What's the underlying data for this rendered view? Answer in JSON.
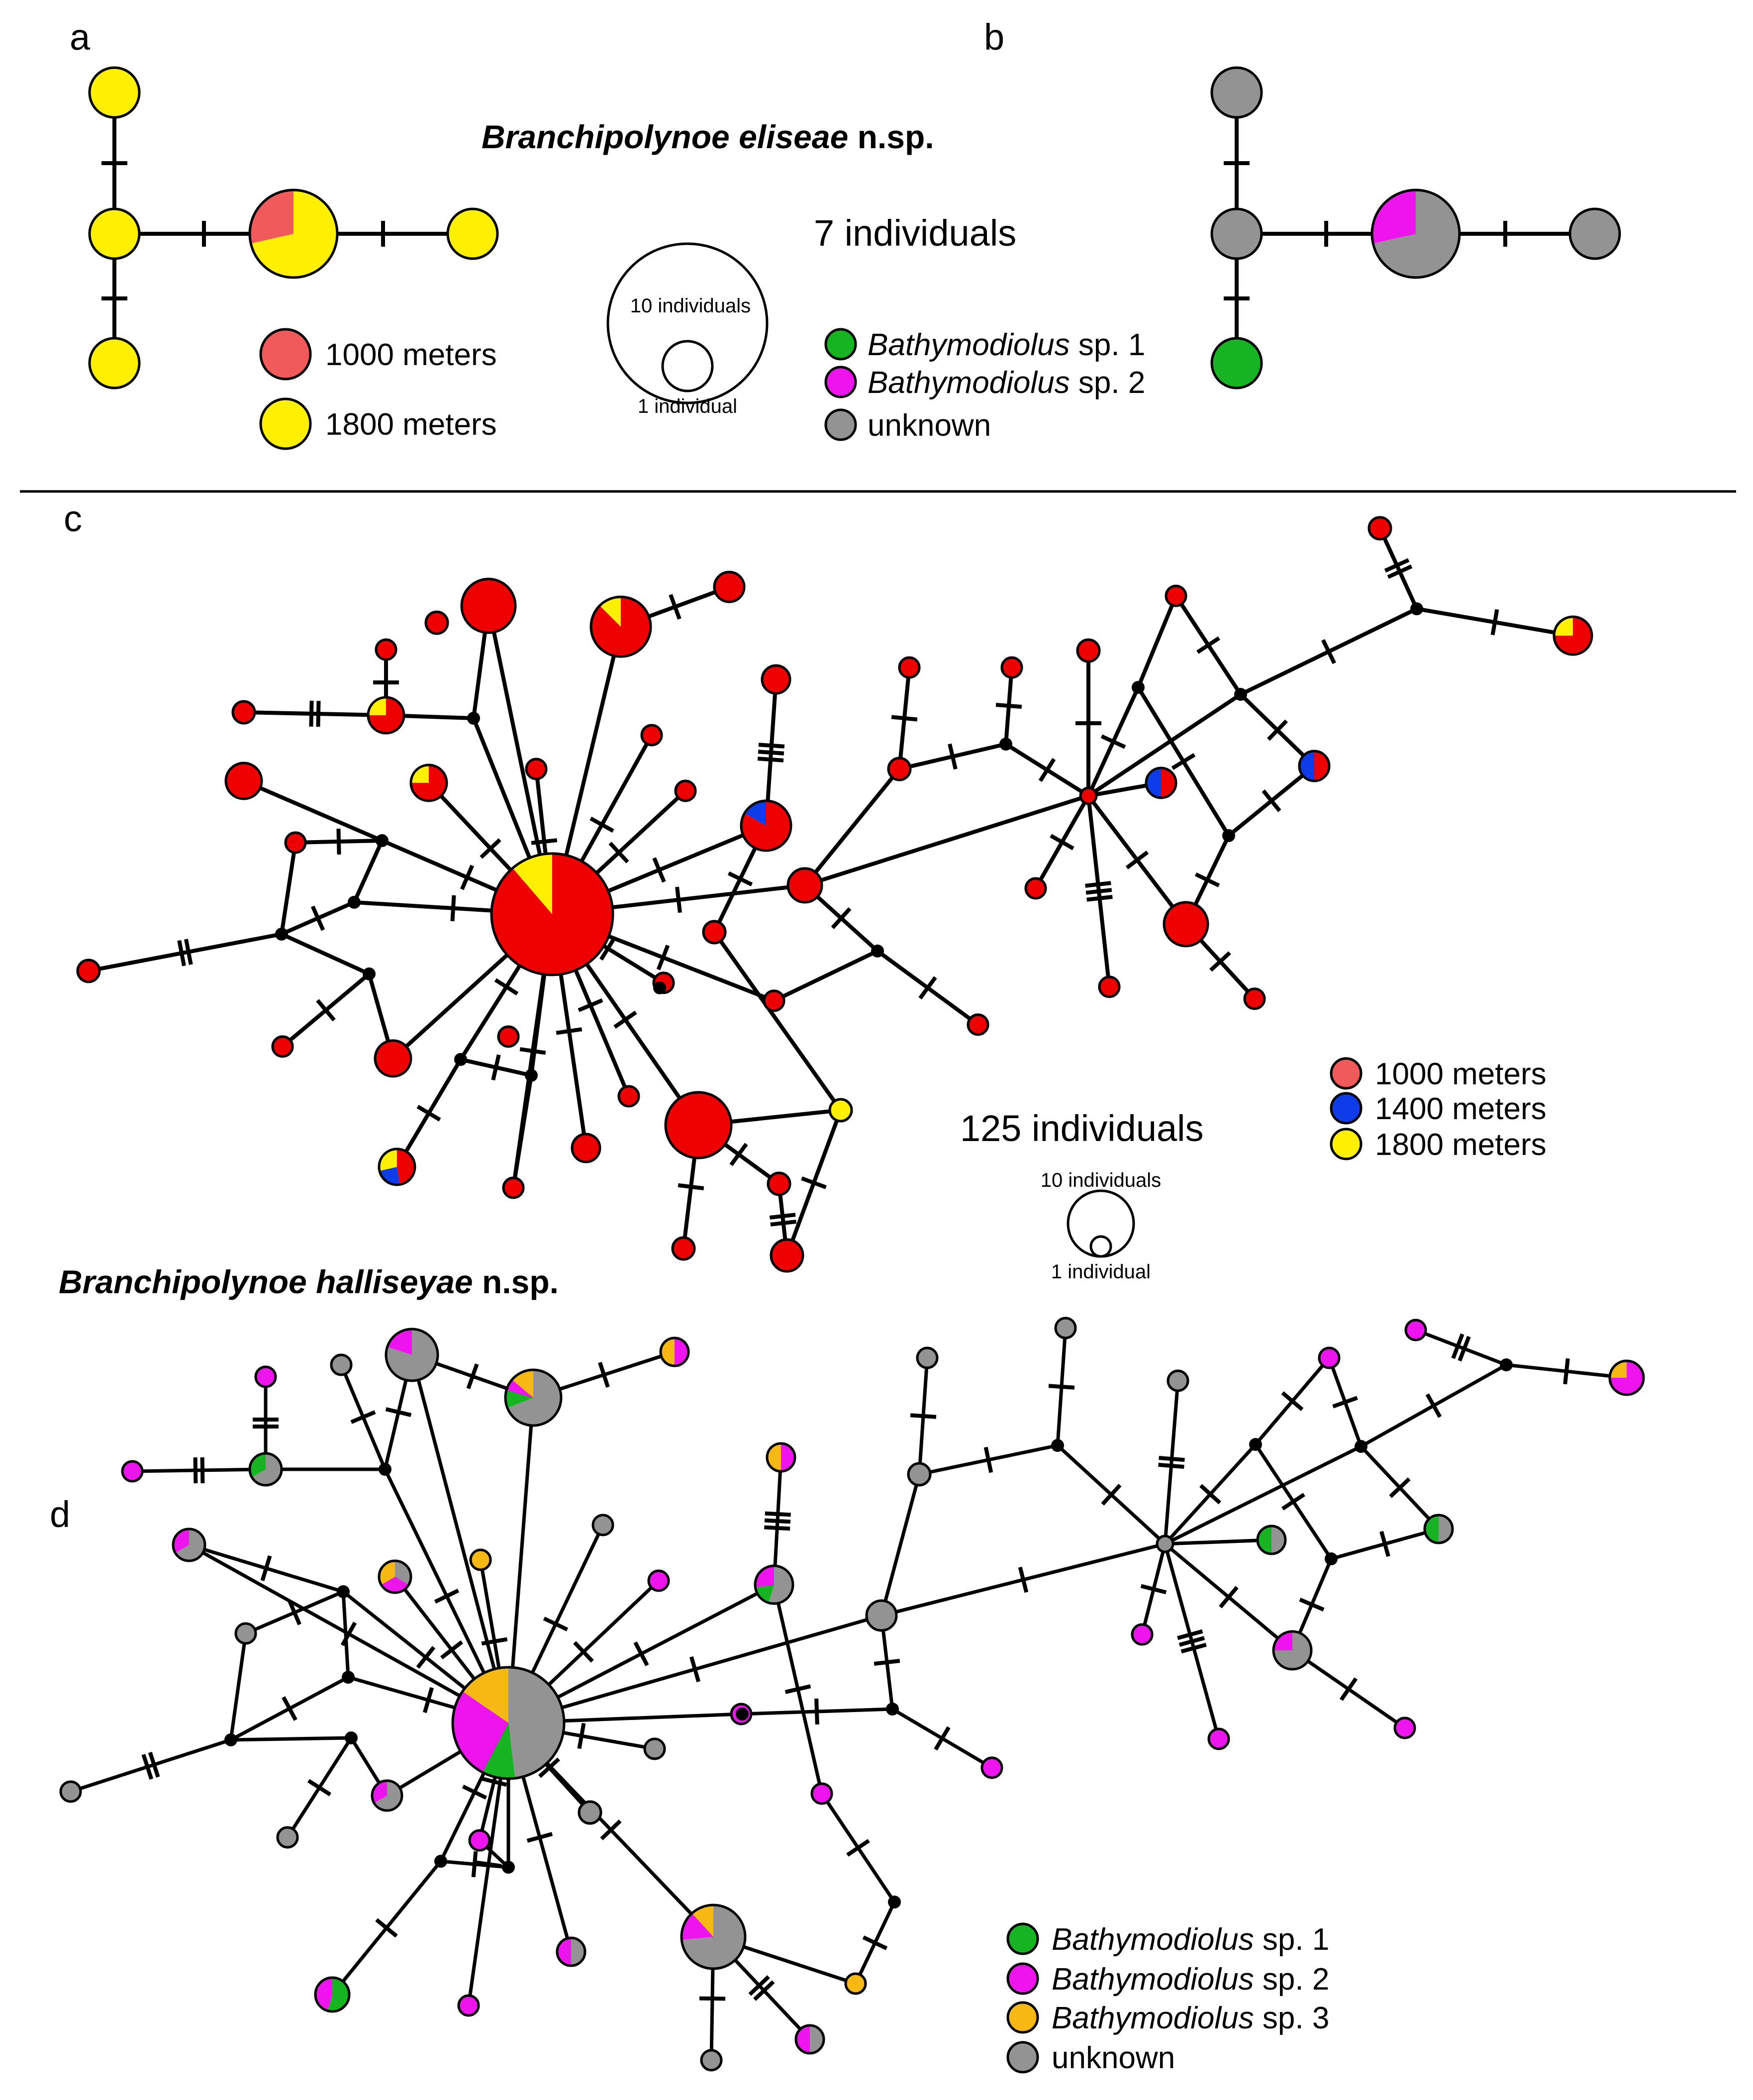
{
  "panels": {
    "a": "a",
    "b": "b",
    "c": "c",
    "d": "d"
  },
  "titles": {
    "eliseae_name": "Branchipolynoe eliseae",
    "eliseae_suffix": " n.sp.",
    "halliseyae_name": "Branchipolynoe halliseyae",
    "halliseyae_suffix": " n.sp."
  },
  "counts": {
    "eliseae": "7 individuals",
    "halliseyae": "125 individuals"
  },
  "scale": {
    "large": "10 individuals",
    "small": "1 individual"
  },
  "legend_depth_a": [
    {
      "label": "1000 meters",
      "color": "#f05a5a"
    },
    {
      "label": "1800 meters",
      "color": "#ffef00"
    }
  ],
  "legend_host_b": [
    {
      "genus": "Bathymodiolus",
      "suffix": " sp. 1",
      "color": "#16b422"
    },
    {
      "genus": "Bathymodiolus",
      "suffix": " sp. 2",
      "color": "#ee14ee"
    },
    {
      "genus": "",
      "suffix": "unknown",
      "color": "#939393"
    }
  ],
  "legend_depth_c": [
    {
      "label": "1000 meters",
      "color": "#f05a5a"
    },
    {
      "label": "1400 meters",
      "color": "#0d3ce8"
    },
    {
      "label": "1800 meters",
      "color": "#ffef00"
    }
  ],
  "legend_host_d": [
    {
      "genus": "Bathymodiolus",
      "suffix": " sp. 1",
      "color": "#16b422"
    },
    {
      "genus": "Bathymodiolus",
      "suffix": " sp. 2",
      "color": "#ee14ee"
    },
    {
      "genus": "Bathymodiolus",
      "suffix": " sp. 3",
      "color": "#f7b814"
    },
    {
      "genus": "",
      "suffix": "unknown",
      "color": "#939393"
    }
  ],
  "colors": {
    "red": "#ee0000",
    "light_red": "#f05a5a",
    "yellow": "#ffef00",
    "blue": "#0d3ce8",
    "green": "#16b422",
    "magenta": "#ee14ee",
    "orange": "#f7b814",
    "gray": "#939393"
  }
}
